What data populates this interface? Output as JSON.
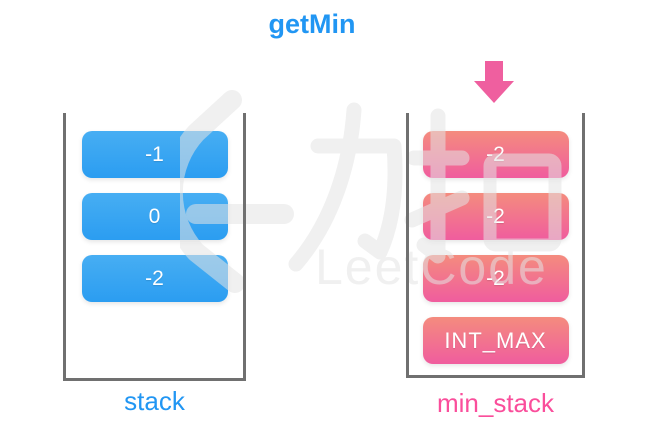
{
  "title": "getMin",
  "stack": {
    "label": "stack",
    "items": [
      "-1",
      "0",
      "-2"
    ]
  },
  "min_stack": {
    "label": "min_stack",
    "items": [
      "-2",
      "-2",
      "-2",
      "INT_MAX"
    ],
    "arrow_icon": "down-arrow"
  },
  "watermark": {
    "brand_cn": "力扣",
    "brand_en": "LeetCode"
  },
  "colors": {
    "title_text": "#2196F3",
    "stack_label": "#2196F3",
    "min_stack_label": "#FA4E9B",
    "arrow_pink": "#EF5F9F",
    "blue_box_top": "#47AEF3",
    "blue_box_bottom": "#2B9DF1",
    "pink_box_top": "#F48C7E",
    "pink_box_bottom": "#F05D9E",
    "wall": "#707070",
    "watermark_gray": "#E4E4E4"
  }
}
